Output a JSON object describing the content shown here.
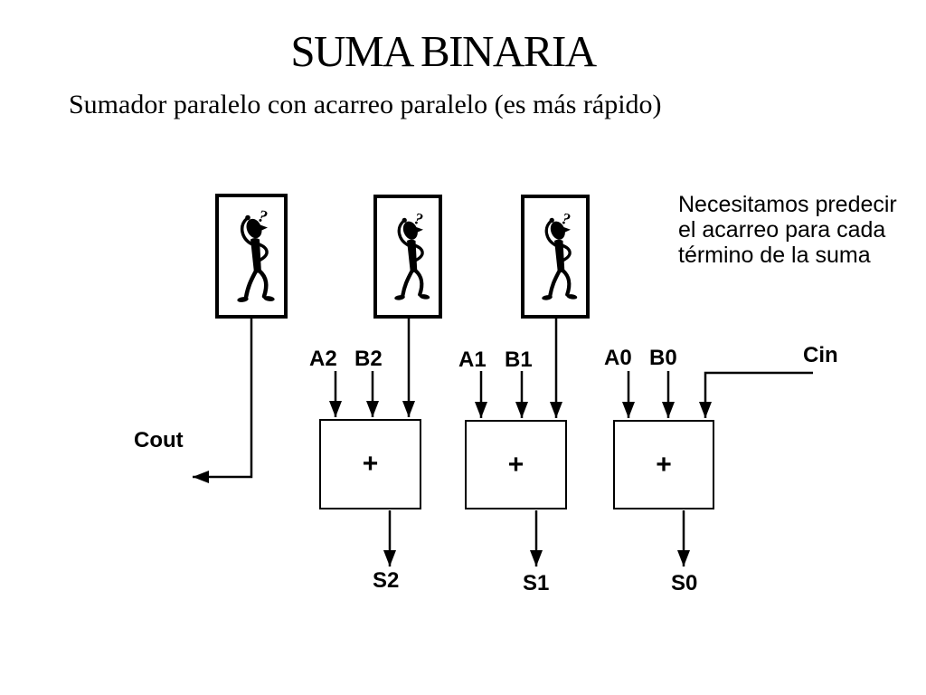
{
  "slide": {
    "title": "SUMA BINARIA",
    "subtitle": "Sumador paralelo con acarreo paralelo (es más rápido)",
    "annotation_lines": [
      "Necesitamos predecir",
      "el acarreo para cada",
      "término de la suma"
    ]
  },
  "figures": {
    "question_mark": "?"
  },
  "diagram": {
    "adder_symbol": "+",
    "inputs": [
      {
        "a": "A2",
        "b": "B2"
      },
      {
        "a": "A1",
        "b": "B1"
      },
      {
        "a": "A0",
        "b": "B0"
      }
    ],
    "outputs": [
      "S2",
      "S1",
      "S0"
    ],
    "carry_in": "Cin",
    "carry_out": "Cout"
  },
  "colors": {
    "background": "#ffffff",
    "ink": "#000000"
  }
}
